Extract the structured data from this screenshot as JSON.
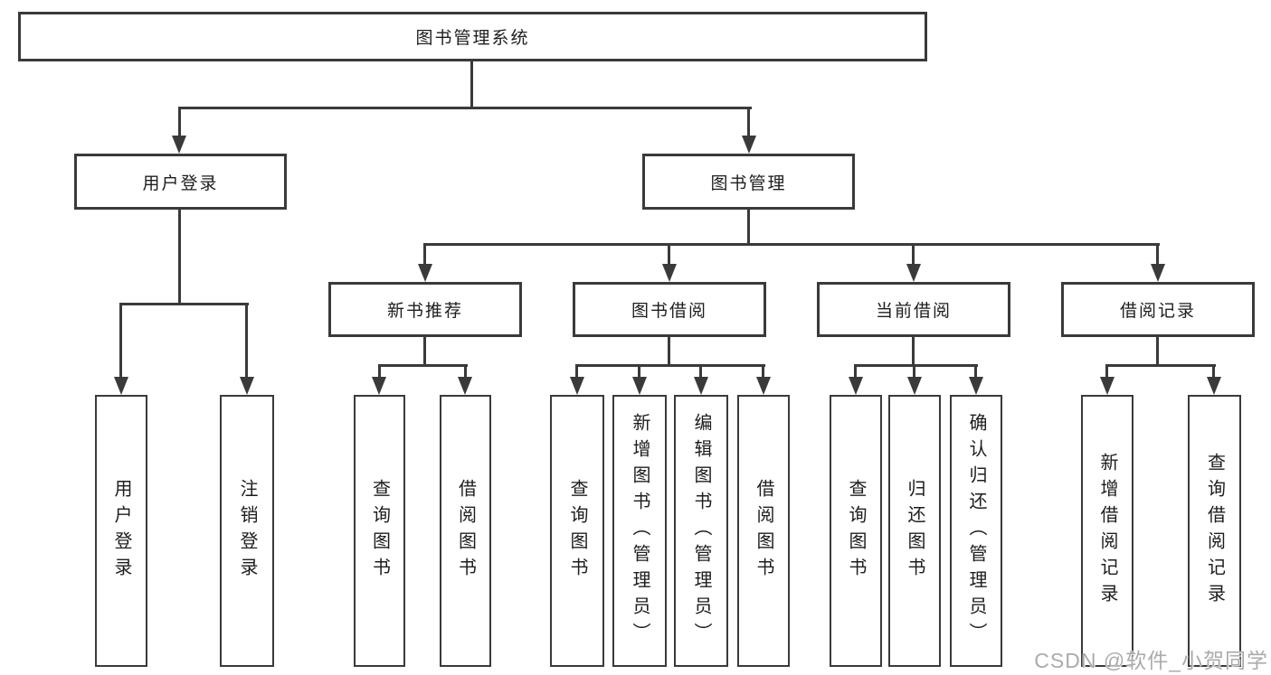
{
  "colors": {
    "line": "#3a3a3a",
    "text": "#1d1d1f",
    "background": "#ffffff",
    "watermark": "#ababab"
  },
  "tree": {
    "root": {
      "label": "图书管理系统"
    },
    "branches": [
      {
        "label": "用户登录",
        "children": [
          {
            "label": "用户登录"
          },
          {
            "label": "注销登录"
          }
        ]
      },
      {
        "label": "图书管理",
        "groups": [
          {
            "label": "新书推荐",
            "children": [
              {
                "label": "查询图书"
              },
              {
                "label": "借阅图书"
              }
            ]
          },
          {
            "label": "图书借阅",
            "children": [
              {
                "label": "查询图书"
              },
              {
                "label": "新增图书（管理员）"
              },
              {
                "label": "编辑图书（管理员）"
              },
              {
                "label": "借阅图书"
              }
            ]
          },
          {
            "label": "当前借阅",
            "children": [
              {
                "label": "查询图书"
              },
              {
                "label": "归还图书"
              },
              {
                "label": "确认归还（管理员）"
              }
            ]
          },
          {
            "label": "借阅记录",
            "children": [
              {
                "label": "新增借阅记录"
              },
              {
                "label": "查询借阅记录"
              }
            ]
          }
        ]
      }
    ]
  },
  "watermark": {
    "text": "CSDN @软件_小贺同学"
  }
}
